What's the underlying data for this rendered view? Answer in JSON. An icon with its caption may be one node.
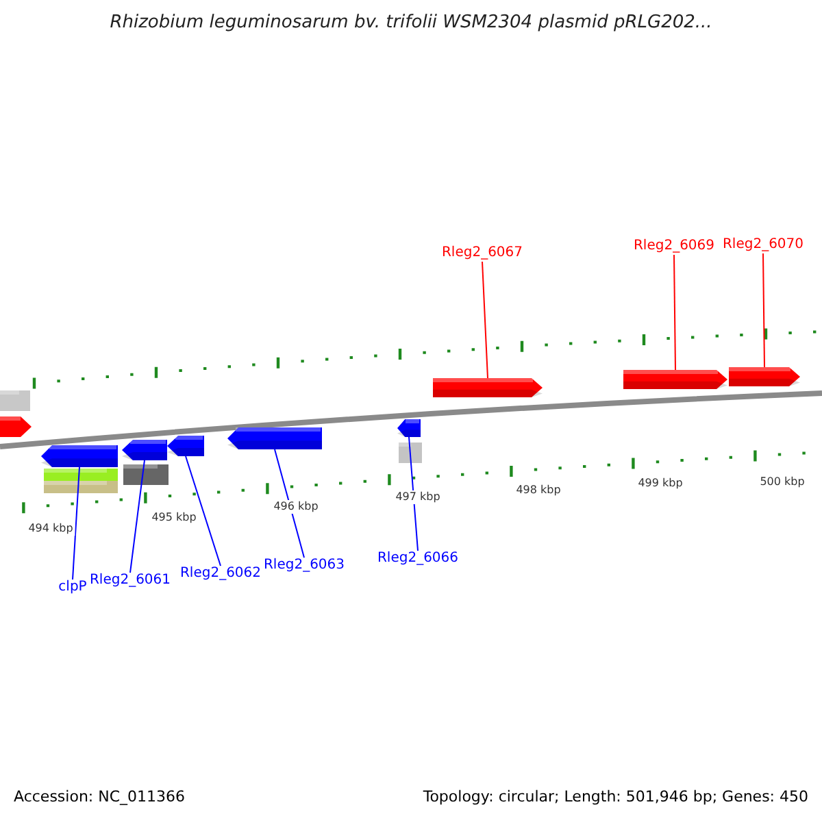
{
  "diagram": {
    "title": "Rhizobium leguminosarum bv. trifolii WSM2304 plasmid pRLG202...",
    "nodes": [
      {
        "text": [
          "Rleg2_6067"
        ]
      },
      {
        "text": [
          "Rleg2_6069"
        ]
      },
      {
        "text": [
          "Rleg2_6070"
        ]
      },
      {
        "text": [],
        "shape": "bar"
      },
      {
        "text": [],
        "shape": "bar"
      },
      {
        "text": [],
        "shape": "bar"
      },
      {
        "text": [],
        "shape": "bar"
      },
      {
        "text": [],
        "shape": "bar"
      },
      {
        "text": [],
        "shape": "bar"
      },
      {
        "text": [],
        "shape": "bar"
      },
      {
        "text": [],
        "shape": "bar"
      },
      {
        "text": [
          "clpP"
        ]
      },
      {
        "text": [
          "Rleg2_6061"
        ]
      },
      {
        "text": [
          "Rleg2_6062"
        ]
      },
      {
        "text": [
          "Rleg2_6063"
        ]
      },
      {
        "text": [
          "Rleg2_6066"
        ]
      }
    ],
    "edges": [
      {
        "from": 0,
        "to": 3,
        "arrow": "none",
        "color": "#ff0000"
      },
      {
        "from": 1,
        "to": 4,
        "arrow": "none",
        "color": "#ff0000"
      },
      {
        "from": 2,
        "to": 5,
        "arrow": "none",
        "color": "#ff0000"
      },
      {
        "from": 11,
        "to": 6,
        "arrow": "none"
      },
      {
        "from": 12,
        "to": 7,
        "arrow": "none"
      },
      {
        "from": 13,
        "to": 8,
        "arrow": "none"
      },
      {
        "from": 14,
        "to": 9,
        "arrow": "none"
      },
      {
        "from": 15,
        "to": 10,
        "arrow": "none"
      }
    ],
    "labels": [
      "494 kbp",
      "495 kbp",
      "496 kbp",
      "497 kbp",
      "498 kbp",
      "499 kbp",
      "500 kbp",
      "Accession: NC_011366",
      "Topology: circular; Length: 501,946 bp; Genes: 450"
    ]
  }
}
